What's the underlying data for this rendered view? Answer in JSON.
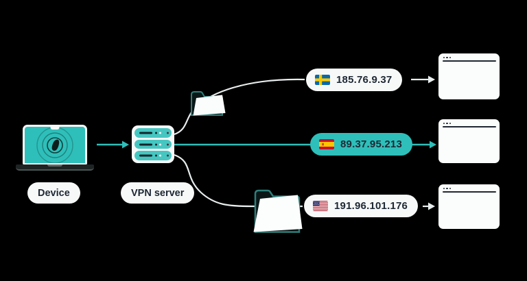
{
  "diagram": {
    "title_semantics": "vpn-routing-diagram",
    "device_label": "Device",
    "vpn_server_label": "VPN server",
    "routes": [
      {
        "ip": "185.76.9.37",
        "flag_icon": "flag-sweden",
        "country": "Sweden",
        "highlighted": false
      },
      {
        "ip": "89.37.95.213",
        "flag_icon": "flag-spain",
        "country": "Spain",
        "highlighted": true
      },
      {
        "ip": "191.96.101.176",
        "flag_icon": "flag-us",
        "country": "United States",
        "highlighted": false
      }
    ],
    "icons": [
      "laptop-icon",
      "surfshark-logo-icon",
      "server-rack-icon",
      "folder-icon",
      "browser-window-icon",
      "arrow-right-icon"
    ],
    "colors": {
      "background": "#000000",
      "accent_teal": "#2FBFBA",
      "server_bar_teal": "#45C6C1",
      "pill_white": "#F7F9F9",
      "text_dark": "#1D2733",
      "wire_light": "#E8EDEE",
      "folder_outline": "#2E7F7A"
    }
  }
}
